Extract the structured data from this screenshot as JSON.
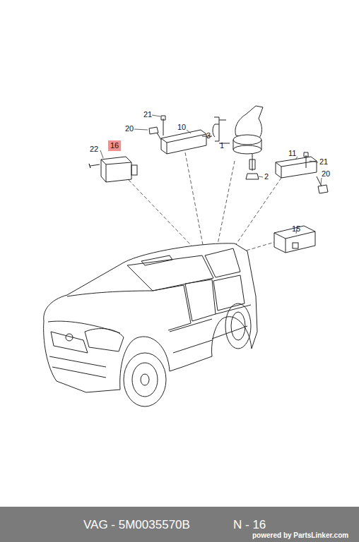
{
  "diagram": {
    "labels": [
      "21",
      "20",
      "10",
      "3",
      "1",
      "2",
      "11",
      "21",
      "20",
      "22",
      "16",
      "15",
      "VAG - 5M0035570B",
      "N - 16",
      "powered by PartsLinker.com"
    ]
  }
}
